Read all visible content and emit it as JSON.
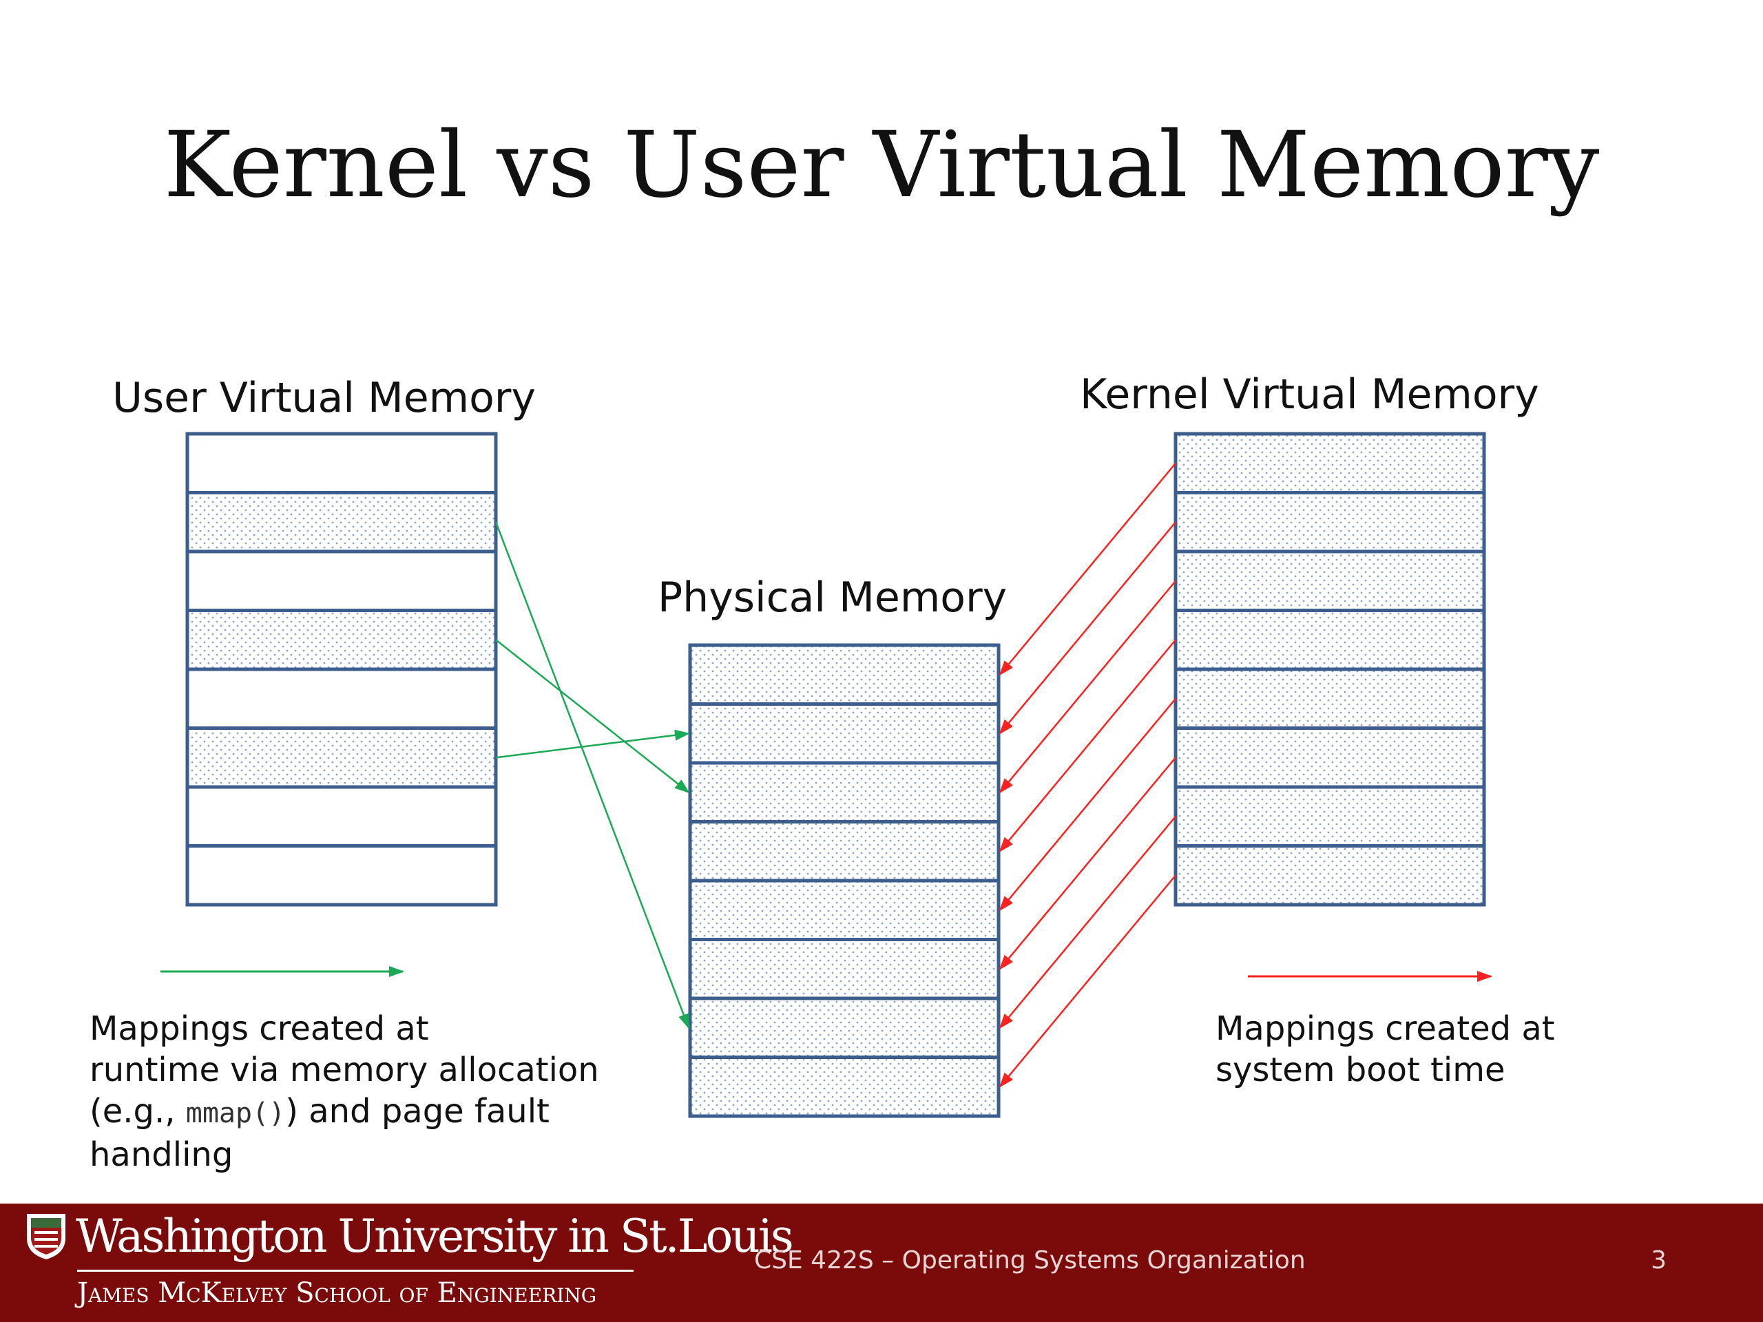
{
  "slide": {
    "title": "Kernel vs User Virtual Memory"
  },
  "diagram": {
    "user_memory": {
      "title": "User Virtual Memory",
      "pages": [
        "empty",
        "mapped",
        "empty",
        "mapped",
        "empty",
        "mapped",
        "empty",
        "empty"
      ]
    },
    "physical_memory": {
      "title": "Physical Memory",
      "frame_count": 8
    },
    "kernel_memory": {
      "title": "Kernel Virtual Memory",
      "pages": [
        "mapped",
        "mapped",
        "mapped",
        "mapped",
        "mapped",
        "mapped",
        "mapped",
        "mapped"
      ]
    },
    "user_mappings": [
      {
        "from_page": 1,
        "to_frame": 6
      },
      {
        "from_page": 3,
        "to_frame": 2
      },
      {
        "from_page": 5,
        "to_frame": 1
      }
    ],
    "kernel_mappings": [
      {
        "from_page": 0,
        "to_frame": 0
      },
      {
        "from_page": 1,
        "to_frame": 1
      },
      {
        "from_page": 2,
        "to_frame": 2
      },
      {
        "from_page": 3,
        "to_frame": 3
      },
      {
        "from_page": 4,
        "to_frame": 4
      },
      {
        "from_page": 5,
        "to_frame": 5
      },
      {
        "from_page": 6,
        "to_frame": 6
      },
      {
        "from_page": 7,
        "to_frame": 7
      }
    ]
  },
  "legend": {
    "runtime": {
      "color": "#1aaa55",
      "text_1": "Mappings created at",
      "text_2": "runtime via memory allocation",
      "text_3a": "(e.g., ",
      "code": "mmap()",
      "text_3b": ") and page fault",
      "text_4": "handling"
    },
    "boot": {
      "color": "#ff2020",
      "text_1": "Mappings created at",
      "text_2": "system boot time"
    }
  },
  "colors": {
    "box_border": "#3c5e8f",
    "page_fill": "#ffffff",
    "footer_bg": "#7b0a0a"
  },
  "footer": {
    "university": "Washington University in St.Louis",
    "school": "James McKelvey School of Engineering",
    "course": "CSE 422S – Operating Systems Organization",
    "page_number": "3",
    "seal_icon": "university-seal-icon"
  }
}
